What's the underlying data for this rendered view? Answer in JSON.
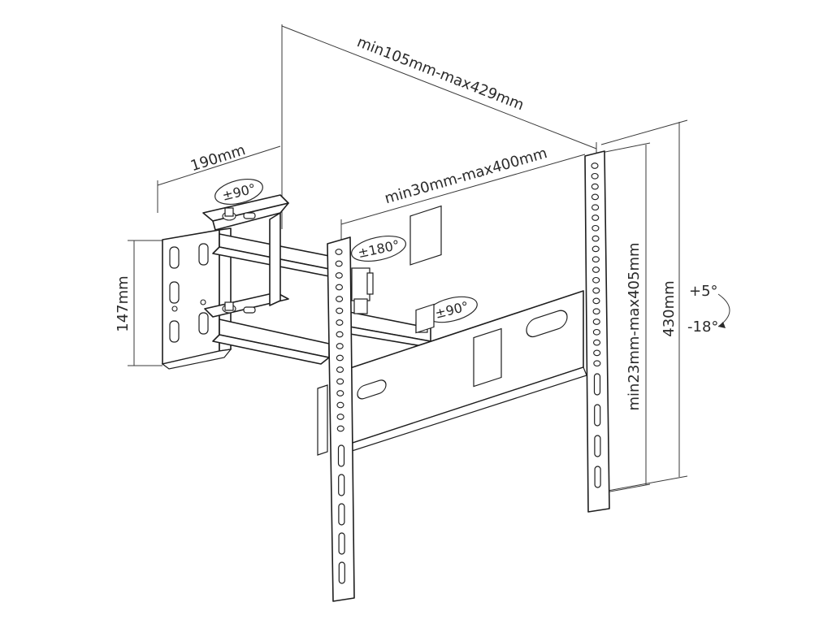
{
  "dimensions": {
    "reach": "min105mm-max429mm",
    "vesa_horizontal": "min30mm-max400mm",
    "wall_plate_width": "190mm",
    "wall_plate_height": "147mm",
    "vesa_vertical": "min23mm-max405mm",
    "plate_height": "430mm"
  },
  "rotations": {
    "wall_swivel": "±90°",
    "arm_swivel": "±180°",
    "head_swivel": "±90°",
    "tilt_up": "+5°",
    "tilt_down": "-18°"
  }
}
